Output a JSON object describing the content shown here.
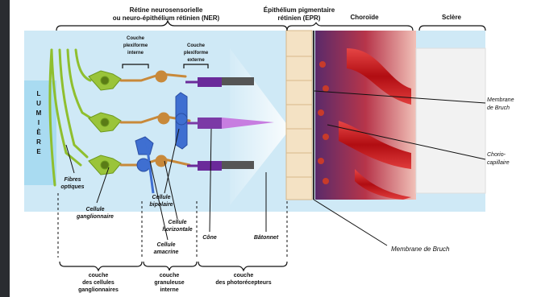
{
  "regions": {
    "ner_title_1": "Rétine neurosensorielle",
    "ner_title_2": "ou neuro-épithélium rétinien (NER)",
    "epr_title_1": "Épithélium pigmentaire",
    "epr_title_2": "rétinien (EPR)",
    "choroide": "Choroïde",
    "sclere": "Sclère"
  },
  "plexiform": {
    "interne": [
      "Couche",
      "plexiforme",
      "interne"
    ],
    "externe": [
      "Couche",
      "plexiforme",
      "externe"
    ]
  },
  "lumiere": [
    "L",
    "U",
    "M",
    "I",
    "È",
    "R",
    "E"
  ],
  "cells": {
    "fibres": [
      "Fibres",
      "optiques"
    ],
    "ganglion": [
      "Cellule",
      "ganglionnaire"
    ],
    "bipolaire": [
      "Cellule",
      "bipolaire"
    ],
    "horizontale": [
      "Cellule",
      "horizontale"
    ],
    "amacrine": [
      "Cellule",
      "amacrine"
    ],
    "cone": "Cône",
    "batonnet": "Bâtonnet"
  },
  "right_labels": {
    "bruch_1": [
      "Membrane",
      "de Bruch"
    ],
    "chorio": [
      "Chorio-",
      "capillaire"
    ],
    "bruch_2": "Membrane de Bruch"
  },
  "bottom_layers": {
    "ganglion": [
      "couche",
      "des cellules",
      "ganglionnaires"
    ],
    "granuleuse": [
      "couche",
      "granuleuse",
      "interne"
    ],
    "photo": [
      "couche",
      "des photorécepteurs"
    ]
  },
  "colors": {
    "background_band": "#cfe9f6",
    "ganglion_cells": "#9ac43a",
    "bipolar_cells": "#3f6fd1",
    "horizontal_cells": "#c8893a",
    "photoreceptors": "#7b3aa6",
    "rpe": "#f4e2c4",
    "choroid_vessels": "#c0161a",
    "sclera": "#f2f2f2"
  }
}
